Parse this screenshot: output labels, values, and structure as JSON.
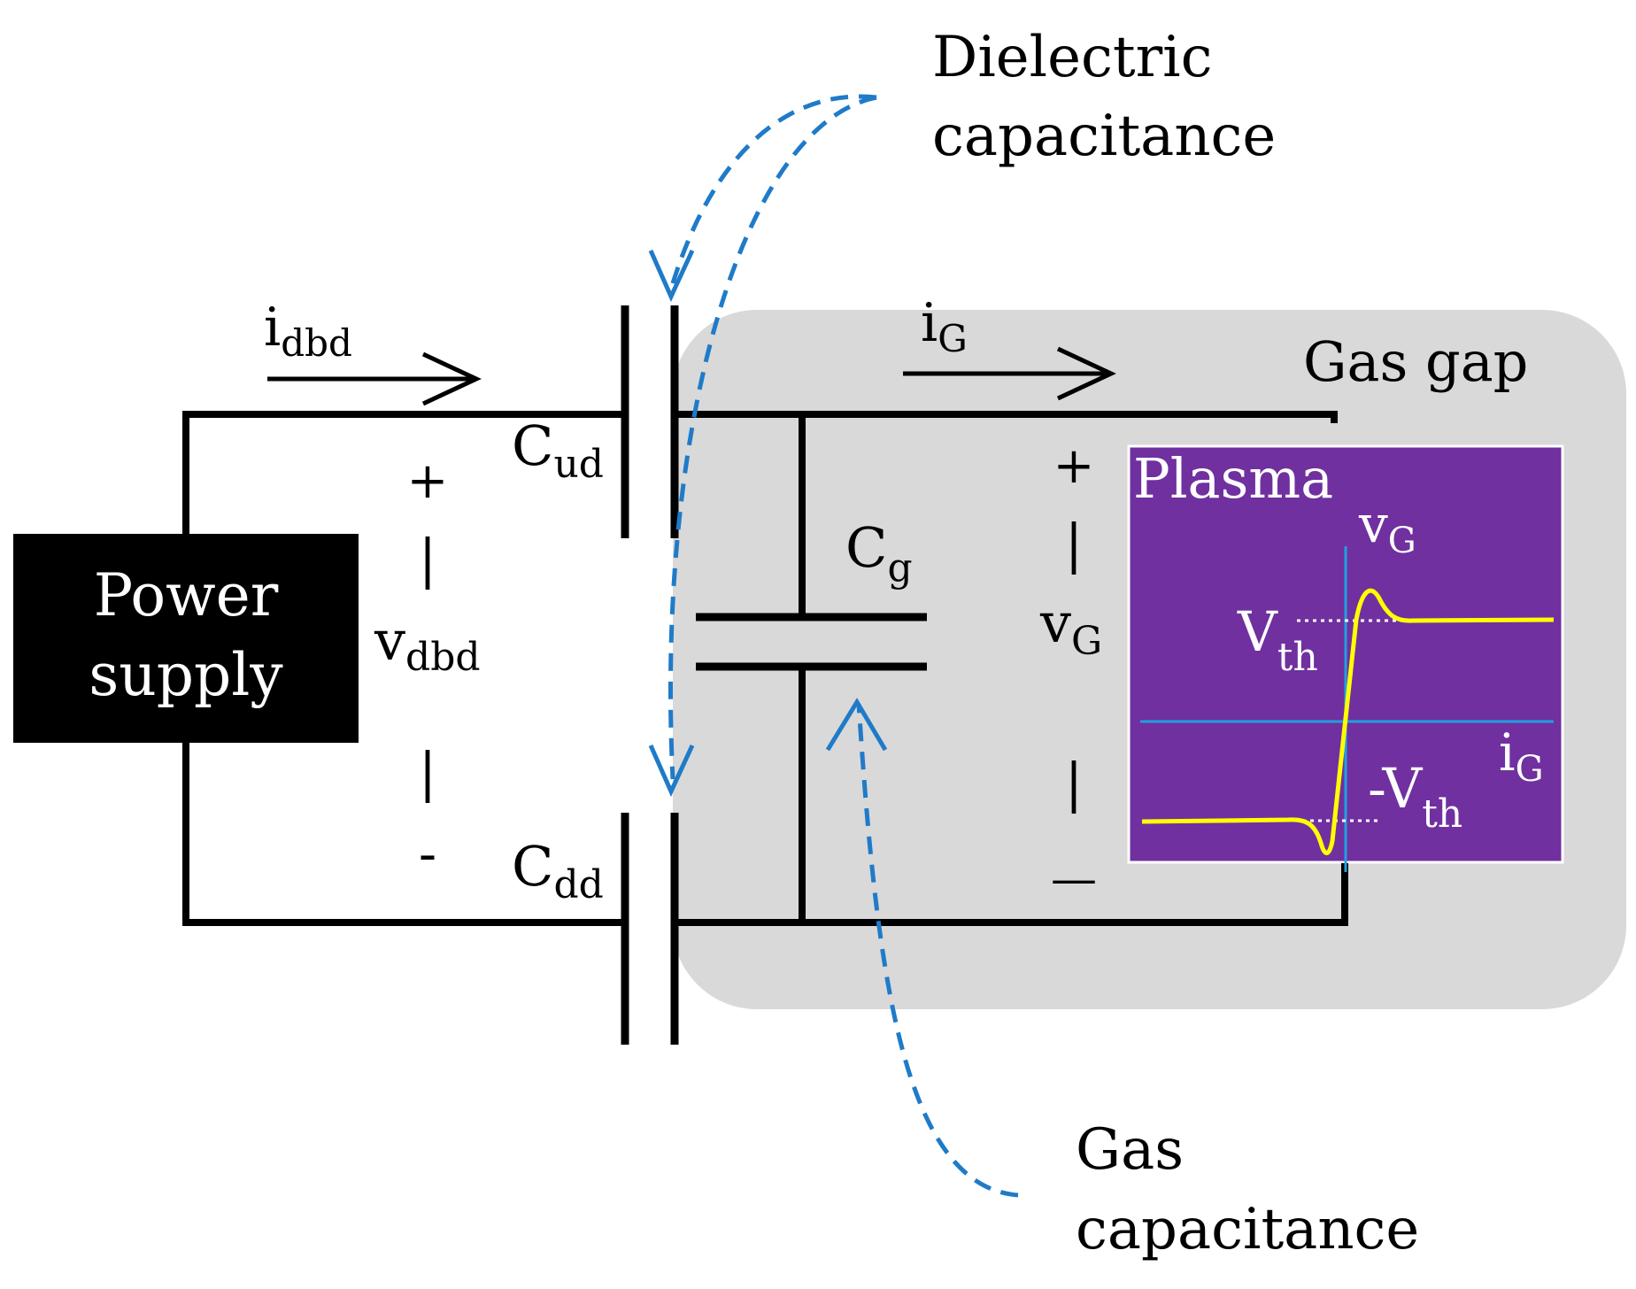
{
  "labels": {
    "dielectric_line1": "Dielectric",
    "dielectric_line2": "capacitance",
    "gas_cap_line1": "Gas",
    "gas_cap_line2": "capacitance",
    "gas_gap": "Gas gap",
    "power_line1": "Power",
    "power_line2": "supply",
    "plasma": "Plasma",
    "i_dbd_main": "i",
    "i_dbd_sub": "dbd",
    "i_g_main": "i",
    "i_g_sub": "G",
    "v_dbd_main": "v",
    "v_dbd_sub": "dbd",
    "v_g_main": "v",
    "v_g_sub": "G",
    "c_ud_main": "C",
    "c_ud_sub": "ud",
    "c_dd_main": "C",
    "c_dd_sub": "dd",
    "c_g_main": "C",
    "c_g_sub": "g",
    "plus_left": "+",
    "bar_left_1": "|",
    "bar_left_2": "|",
    "minus_left": "-",
    "plus_right": "+",
    "bar_right_1": "|",
    "bar_right_2": "|",
    "minus_right": "—"
  },
  "plot": {
    "vg_main": "v",
    "vg_sub": "G",
    "ig_main": "i",
    "ig_sub": "G",
    "vth_main": "V",
    "vth_sub": "th",
    "nvth_main": "-V",
    "nvth_sub": "th"
  },
  "colors": {
    "plasma_bg": "#7030a0",
    "gap_bg": "#d9d9d9",
    "annotation": "#1f7bc8",
    "curve": "#ffff00",
    "plot_axes": "#1fa0e0",
    "wire": "#000000"
  }
}
